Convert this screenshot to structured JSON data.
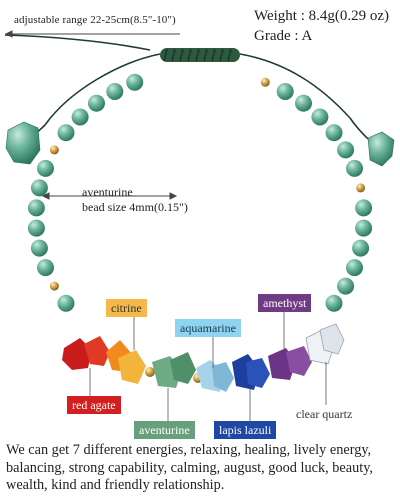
{
  "product": {
    "adjustable_range": "adjustable range 22-25cm(8.5\"-10\")",
    "weight": "Weight : 8.4g(0.29 oz)",
    "grade": "Grade : A",
    "bead_name": "aventurine",
    "bead_size": "bead size 4mm(0.15\")"
  },
  "stones": [
    {
      "label": "citrine",
      "color": "#f5b84a"
    },
    {
      "label": "aquamarine",
      "color": "#8ed3ef"
    },
    {
      "label": "amethyst",
      "color": "#6f3b82"
    },
    {
      "label": "red agate",
      "color": "#d31f1f"
    },
    {
      "label": "aventurine",
      "color": "#68a07e"
    },
    {
      "label": "lapis lazuli",
      "color": "#1f47a4"
    },
    {
      "label": "clear quartz",
      "color": "#ffffff"
    }
  ],
  "description": "We can get 7 different energies, relaxing, healing, lively energy, balancing, strong capability, calming, august, good luck, beauty, wealth, kind and friendly relationship.",
  "colors": {
    "bead": "#6fb79e",
    "bead_dark": "#3f8b73",
    "gold_bead": "#c9973a",
    "cord": "#1e3d2c"
  }
}
